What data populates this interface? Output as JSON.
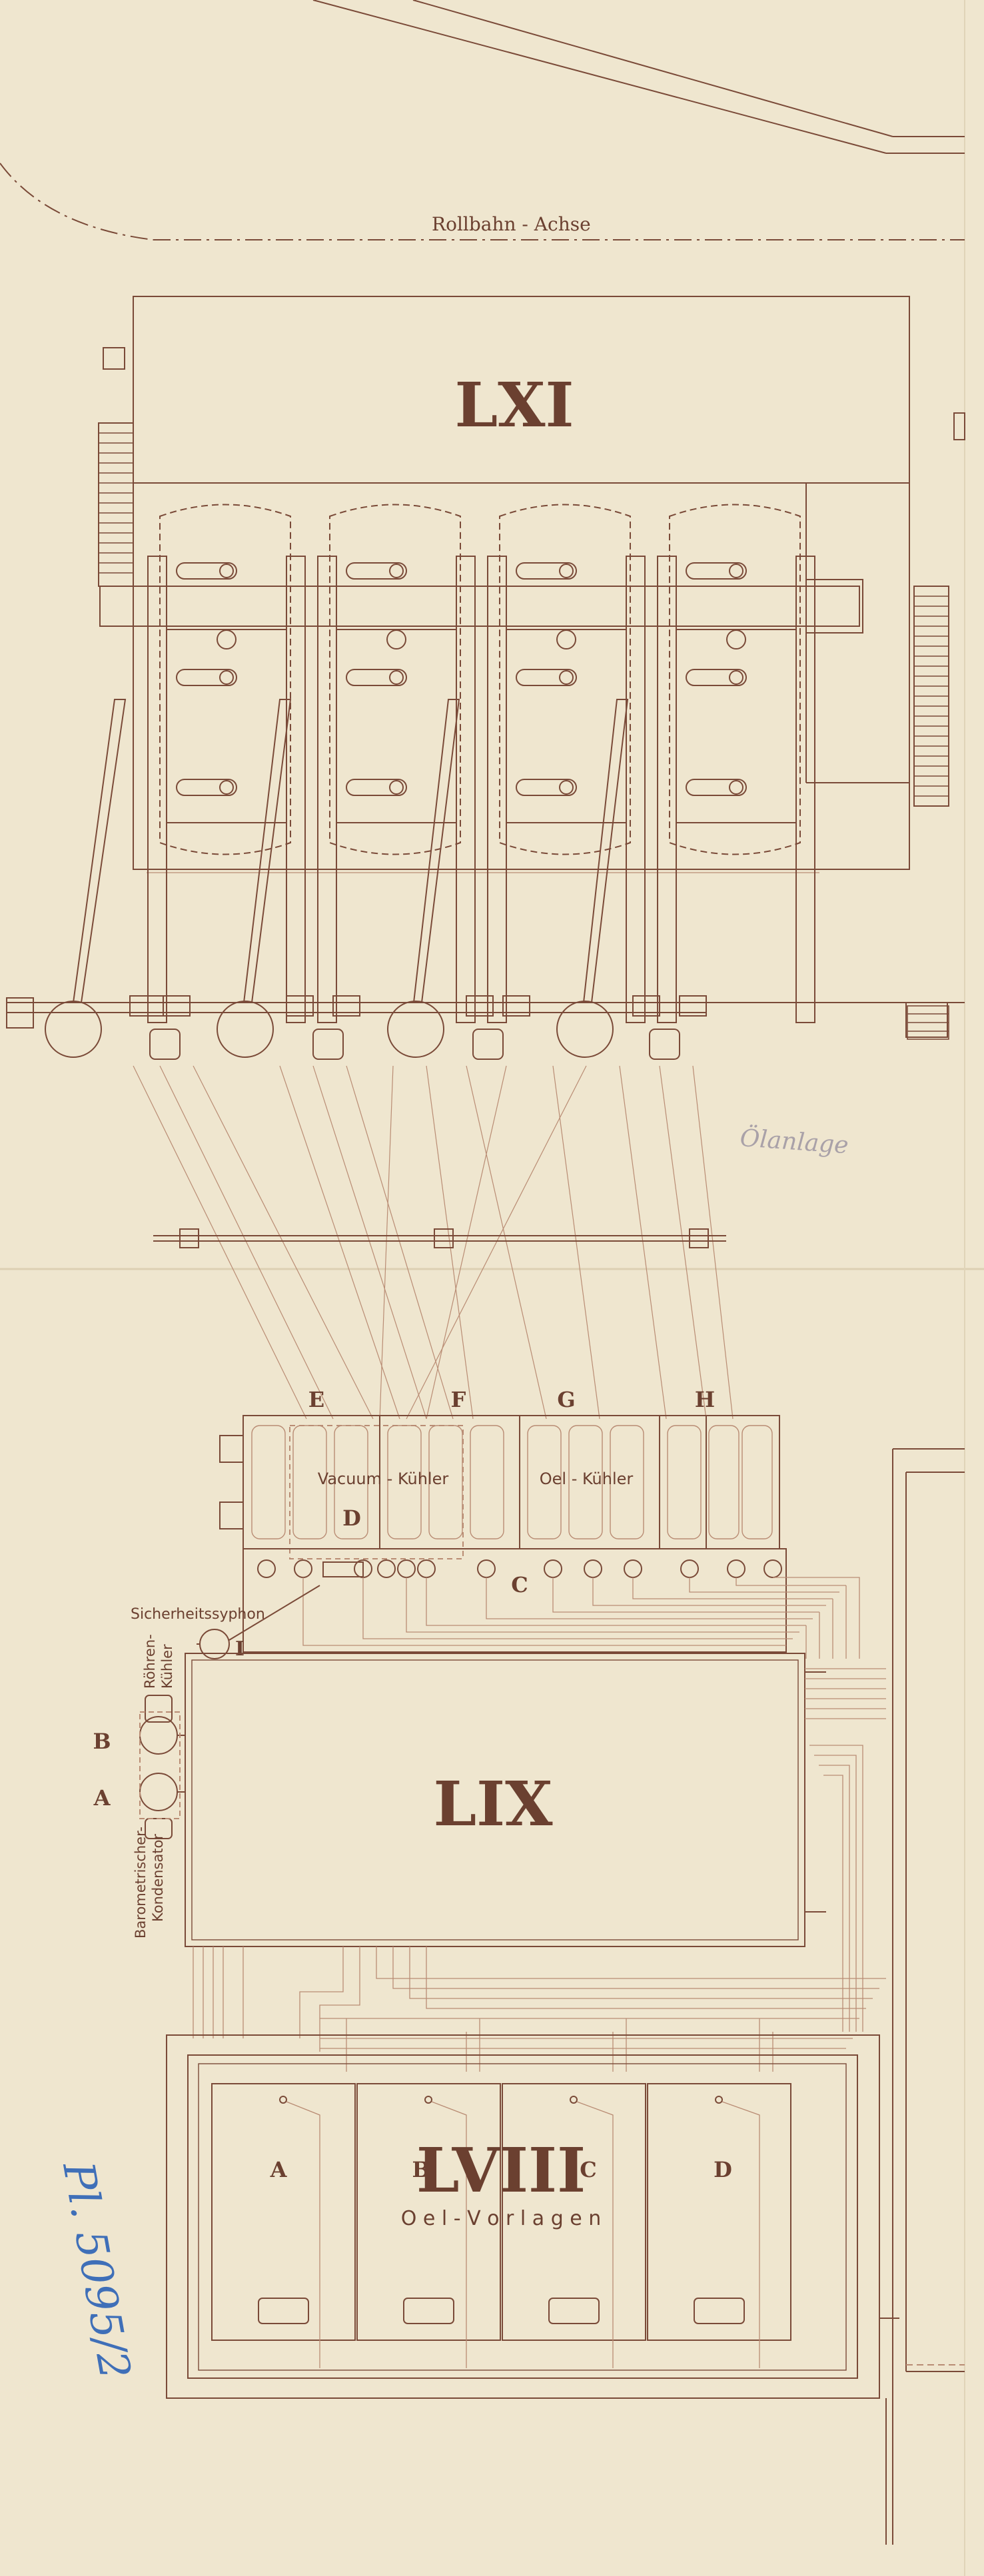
{
  "drawing": {
    "axis_label": "Rollbahn - Achse",
    "building_top": "LXI",
    "building_middle": "LIX",
    "building_bottom": "LVIII",
    "pencil_note": "Ölanlage",
    "archive_note": "Pl. 5095/2"
  },
  "coolers": {
    "letters": [
      "E",
      "F",
      "G",
      "H"
    ],
    "vacuum_label": "Vacuum - Kühler",
    "oil_label": "Oel - Kühler"
  },
  "markers": {
    "c": "C",
    "d": "D",
    "i": "I",
    "a": "A",
    "b": "B"
  },
  "labels": {
    "siphon": "Sicherheitssyphon",
    "tube_cooler_1": "Röhren-",
    "tube_cooler_2": "Kühler",
    "barometric_1": "Barometrischer-",
    "barometric_2": "Kondensator"
  },
  "tanks": {
    "letters": [
      "A",
      "B",
      "C",
      "D"
    ],
    "caption": "O e l - V o r l a g e n"
  },
  "colors": {
    "paper": "#efe6cf",
    "ink": "#7a4a38",
    "fine_line": "#b98c74",
    "blue_ink": "#3f6fb8"
  }
}
